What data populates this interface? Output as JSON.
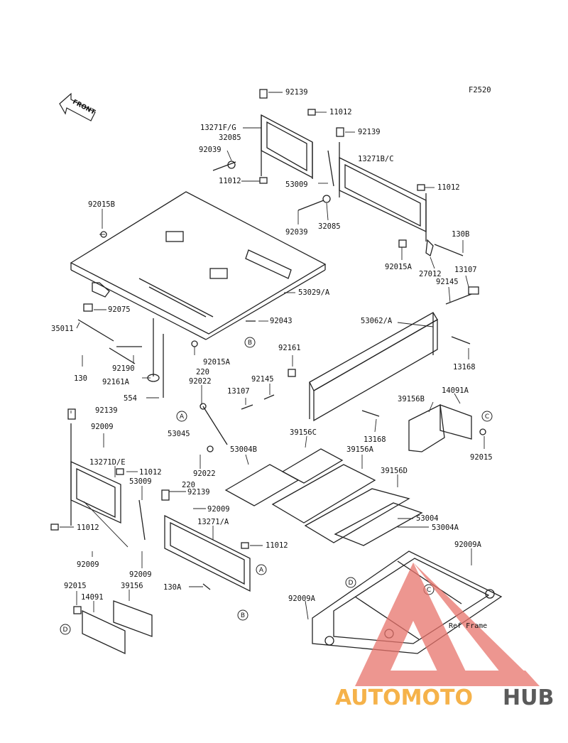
{
  "figure_code": "F2520",
  "front_label": "FRONT",
  "ref_frame_label": "Ref Frame",
  "watermark": {
    "part1": "AUTOMOTO",
    "part2": "HUB",
    "color_primary": "#f5b24a",
    "color_secondary": "#5a5a5a",
    "triangle_color": "#e8736b"
  },
  "callouts": {
    "a": "A",
    "b": "B",
    "c": "C",
    "d": "D"
  },
  "labels": {
    "p92139_top": "92139",
    "p11012_top": "11012",
    "p13271fg": "13271F/G",
    "p32085_l": "32085",
    "p92039_l": "92039",
    "p11012_l": "11012",
    "p92139_r": "92139",
    "p13271bc": "13271B/C",
    "p53009_top": "53009",
    "p11012_r": "11012",
    "p92039_r": "92039",
    "p32085_r": "32085",
    "p92015b": "92015B",
    "p130b": "130B",
    "p92015a_r": "92015A",
    "p27012": "27012",
    "p13107_r": "13107",
    "p92145_r": "92145",
    "p53029a": "53029/A",
    "p92075": "92075",
    "p35011": "35011",
    "p92043": "92043",
    "p53062a": "53062/A",
    "p130": "130",
    "p92190": "92190",
    "p92161a": "92161A",
    "p92015a_m": "92015A",
    "p92161": "92161",
    "p220_top": "220",
    "p92022_top": "92022",
    "p13107_m": "13107",
    "p92145_m": "92145",
    "p13168_r": "13168",
    "p554": "554",
    "p92139_l": "92139",
    "p39156b": "39156B",
    "p14091a": "14091A",
    "p53045": "53045",
    "p13168_m": "13168",
    "p92009_l1": "92009",
    "p92015_r": "92015",
    "p39156c": "39156C",
    "p53004b": "53004B",
    "p39156a": "39156A",
    "p92022_b": "92022",
    "p13271de": "13271D/E",
    "p11012_lm": "11012",
    "p53009_l": "53009",
    "p220_b": "220",
    "p92139_m": "92139",
    "p39156d": "39156D",
    "p92009_m": "92009",
    "p13271a": "13271/A",
    "p53004": "53004",
    "p53004a": "53004A",
    "p11012_ll": "11012",
    "p11012_m": "11012",
    "p92009a_r": "92009A",
    "p92009_l2": "92009",
    "p92009_l3": "92009",
    "p92015_l": "92015",
    "p39156": "39156",
    "p130a": "130A",
    "p14091": "14091",
    "p92009a_l": "92009A"
  }
}
